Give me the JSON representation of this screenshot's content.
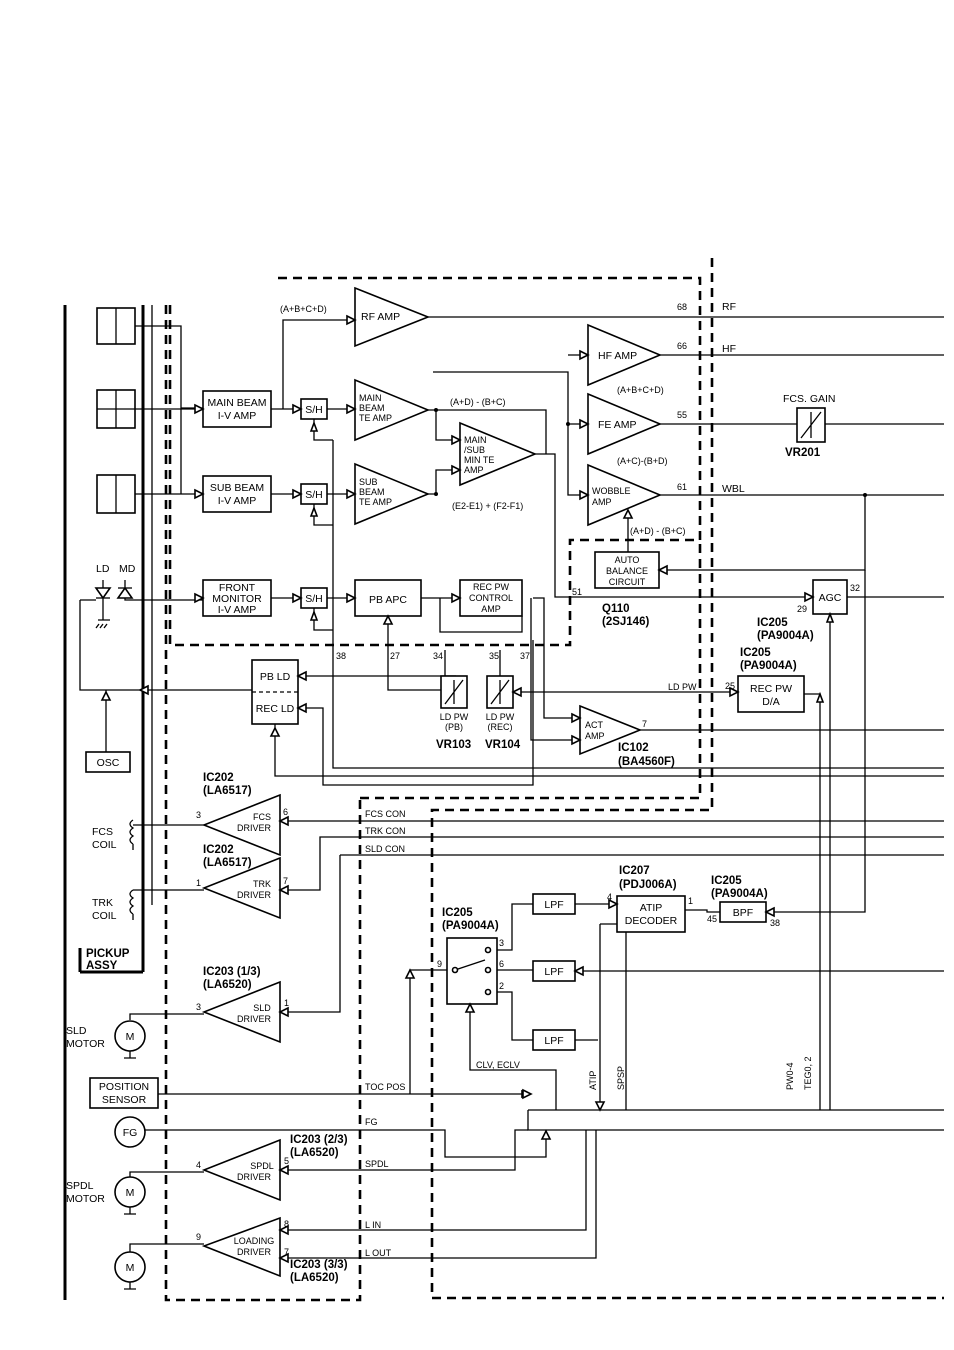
{
  "blocks": {
    "main_beam_amp": [
      "MAIN BEAM",
      "I-V AMP"
    ],
    "sub_beam_amp": [
      "SUB BEAM",
      "I-V AMP"
    ],
    "front_monitor_amp": [
      "FRONT",
      "MONITOR",
      "I-V AMP"
    ],
    "sh": "S/H",
    "rf_amp": "RF AMP",
    "main_beam_te_amp": [
      "MAIN",
      "BEAM",
      "TE AMP"
    ],
    "sub_beam_te_amp": [
      "SUB",
      "BEAM",
      "TE AMP"
    ],
    "main_sub_min_te_amp": [
      "MAIN",
      "/SUB",
      "MIN TE",
      "AMP"
    ],
    "hf_amp": "HF AMP",
    "fe_amp": "FE AMP",
    "wobble_amp": [
      "WOBBLE",
      "AMP"
    ],
    "pb_apc": "PB APC",
    "rec_pw_control_amp": [
      "REC PW",
      "CONTROL",
      "AMP"
    ],
    "auto_balance_circuit": [
      "AUTO",
      "BALANCE",
      "CIRCUIT"
    ],
    "agc": "AGC",
    "pb_ld": "PB LD",
    "rec_ld": "REC LD",
    "osc": "OSC",
    "rec_pw_da": [
      "REC PW",
      "D/A"
    ],
    "act_amp": [
      "ACT",
      "AMP"
    ],
    "fcs_driver": [
      "FCS",
      "DRIVER"
    ],
    "trk_driver": [
      "TRK",
      "DRIVER"
    ],
    "sld_driver": [
      "SLD",
      "DRIVER"
    ],
    "spdl_driver": [
      "SPDL",
      "DRIVER"
    ],
    "loading_driver": [
      "LOADING",
      "DRIVER"
    ],
    "lpf": "LPF",
    "atip_decoder": [
      "ATIP",
      "DECODER"
    ],
    "bpf": "BPF",
    "position_sensor": [
      "POSITION",
      "SENSOR"
    ],
    "fg": "FG",
    "motor": "M"
  },
  "labels": {
    "sum_abcd": "(A+B+C+D)",
    "ad_minus_bc": "(A+D) - (B+C)",
    "e_minus_f": "(E2-E1) + (F2-F1)",
    "hf_sum": "(A+B+C+D)",
    "fe_formula": "(A+C)-(B+D)",
    "wobble_formula": "(A+D) - (B+C)",
    "ld": "LD",
    "md": "MD",
    "fcs_gain": "FCS. GAIN",
    "vr201": "VR201",
    "vr103": "VR103",
    "vr104": "VR104",
    "ld_pw_pb": [
      "LD PW",
      "(PB)"
    ],
    "ld_pw_rec": [
      "LD PW",
      "(REC)"
    ],
    "q110": [
      "Q110",
      "(2SJ146)"
    ],
    "fcs_coil": [
      "FCS",
      "COIL"
    ],
    "trk_coil": [
      "TRK",
      "COIL"
    ],
    "pickup_assy": [
      "PICKUP",
      "ASSY"
    ],
    "sld_motor": [
      "SLD",
      "MOTOR"
    ],
    "spdl_motor": [
      "SPDL",
      "MOTOR"
    ],
    "clv_eclv": "CLV, ECLV",
    "atip": "ATIP",
    "spsp": "SPSP",
    "pw04": "PW0-4",
    "teg02": "TEG0, 2"
  },
  "ic_labels": {
    "ic205_agc": [
      "IC205",
      "(PA9004A)"
    ],
    "ic205_recpw": [
      "IC205",
      "(PA9004A)"
    ],
    "ic102": [
      "IC102",
      "(BA4560F)"
    ],
    "ic202_fcs": [
      "IC202",
      "(LA6517)"
    ],
    "ic202_trk": [
      "IC202",
      "(LA6517)"
    ],
    "ic207": [
      "IC207",
      "(PDJ006A)"
    ],
    "ic205_bpf": [
      "IC205",
      "(PA9004A)"
    ],
    "ic205_sw": [
      "IC205",
      "(PA9004A)"
    ],
    "ic203_1": [
      "IC203 (1/3)",
      "(LA6520)"
    ],
    "ic203_2": [
      "IC203 (2/3)",
      "(LA6520)"
    ],
    "ic203_3": [
      "IC203 (3/3)",
      "(LA6520)"
    ]
  },
  "signals": {
    "rf": "RF",
    "hf": "HF",
    "wbl": "WBL",
    "ld_pw": "LD PW",
    "fcs_con": "FCS CON",
    "trk_con": "TRK CON",
    "sld_con": "SLD CON",
    "toc_pos": "TOC POS",
    "fg": "FG",
    "spdl": "SPDL",
    "l_in": "L IN",
    "l_out": "L OUT"
  },
  "pins": {
    "p68": "68",
    "p66": "66",
    "p55": "55",
    "p61": "61",
    "p51": "51",
    "p38": "38",
    "p27": "27",
    "p34": "34",
    "p35": "35",
    "p37": "37",
    "p29": "29",
    "p32": "32",
    "p25": "25",
    "p7": "7",
    "fcs_in": "6",
    "fcs_out": "3",
    "trk_in": "7",
    "trk_out": "1",
    "sld_in": "1",
    "sld_out": "3",
    "spdl_in": "5",
    "spdl_out": "4",
    "load_in1": "8",
    "load_in2": "7",
    "load_out": "9",
    "atip_in": "4",
    "atip_out": "1",
    "bpf_out": "45",
    "bpf_in": "38",
    "sw_9": "9",
    "sw_3": "3",
    "sw_6": "6",
    "sw_2": "2"
  }
}
